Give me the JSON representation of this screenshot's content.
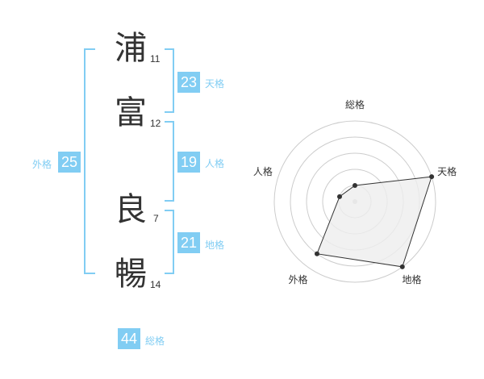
{
  "name": {
    "chars": [
      {
        "char": "浦",
        "strokes": "11"
      },
      {
        "char": "富",
        "strokes": "12"
      },
      {
        "char": "良",
        "strokes": "7"
      },
      {
        "char": "暢",
        "strokes": "14"
      }
    ]
  },
  "kakusu": {
    "tenkaku": {
      "value": "23",
      "label": "天格"
    },
    "jinkaku": {
      "value": "19",
      "label": "人格"
    },
    "chikaku": {
      "value": "21",
      "label": "地格"
    },
    "gaikaku": {
      "value": "25",
      "label": "外格"
    },
    "soukaku": {
      "value": "44",
      "label": "総格"
    }
  },
  "radar": {
    "axes": [
      "総格",
      "天格",
      "地格",
      "外格",
      "人格"
    ],
    "levels": 5,
    "values": [
      1,
      5,
      5,
      4,
      1
    ]
  },
  "colors": {
    "accent": "#81cdf3",
    "polygon_fill": "#eeeeee",
    "polygon_stroke": "#333333",
    "grid": "#cccccc"
  }
}
